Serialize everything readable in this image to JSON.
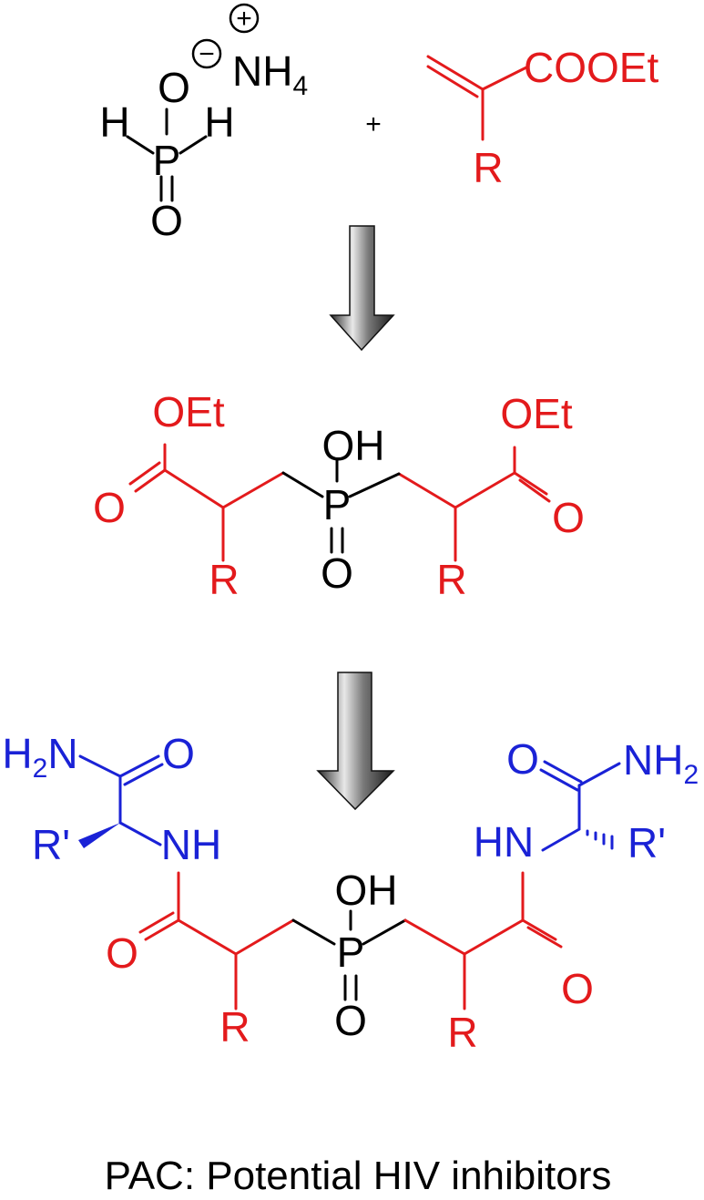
{
  "colors": {
    "black": "#000000",
    "red": "#e31a1c",
    "blue": "#1a22d6"
  },
  "reactant1": {
    "o_minus": "O",
    "minus_sign": "−",
    "ammonium": "NH",
    "ammonium_sub": "4",
    "plus_sign": "+",
    "h_left": "H",
    "h_right": "H",
    "p": "P",
    "o_bottom": "O"
  },
  "plus": "+",
  "reactant2": {
    "ester": "COOEt",
    "r": "R"
  },
  "arrows": [
    "arrow-down-icon",
    "arrow-down-icon"
  ],
  "intermediate": {
    "oet_left": "OEt",
    "o_left": "O",
    "r_left": "R",
    "oh": "OH",
    "p": "P",
    "o_bottom": "O",
    "oet_right": "OEt",
    "o_right": "O",
    "r_right": "R"
  },
  "product": {
    "h2n_h": "H",
    "h2n_sub": "2",
    "h2n_n": "N",
    "o_amide_left": "O",
    "r_prime_left": "R'",
    "nh_left": "NH",
    "o_left": "O",
    "r_left": "R",
    "oh": "OH",
    "p": "P",
    "o_bottom": "O",
    "o_amide_right": "O",
    "nh2_n": "NH",
    "nh2_sub": "2",
    "hn_right": "HN",
    "r_prime_right": "R'",
    "o_right": "O",
    "r_right": "R"
  },
  "caption": "PAC: Potential HIV inhibitors"
}
